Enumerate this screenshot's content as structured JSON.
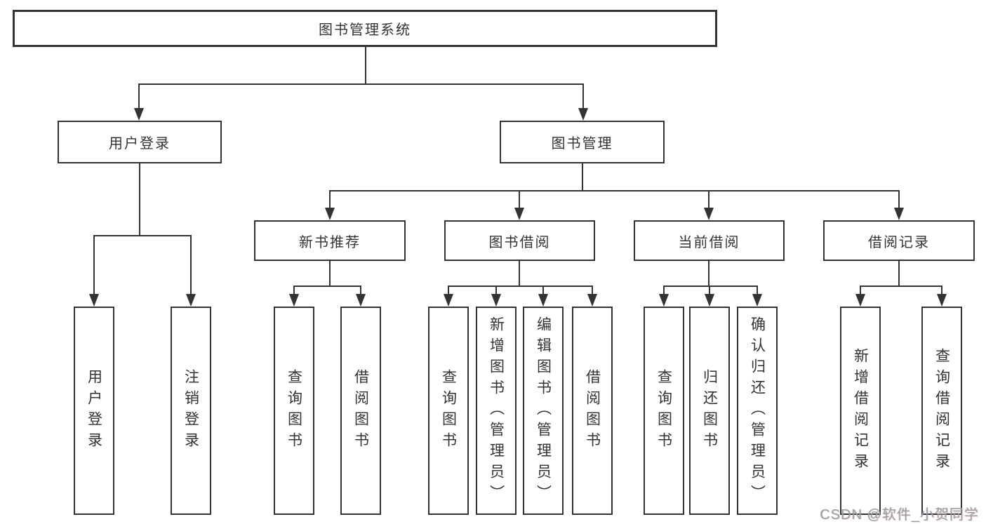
{
  "tree": {
    "root": {
      "label": "图书管理系统"
    },
    "user_login": {
      "label": "用户登录",
      "children": [
        "用户登录",
        "注销登录"
      ]
    },
    "book_mgmt": {
      "label": "图书管理"
    },
    "recommend": {
      "label": "新书推荐",
      "children": [
        "查询图书",
        "借阅图书"
      ]
    },
    "borrow": {
      "label": "图书借阅",
      "children": [
        "查询图书",
        "新增图书（管理员）",
        "编辑图书（管理员）",
        "借阅图书"
      ]
    },
    "current": {
      "label": "当前借阅",
      "children": [
        "查询图书",
        "归还图书",
        "确认归还（管理员）"
      ]
    },
    "records": {
      "label": "借阅记录",
      "children": [
        "新增借阅记录",
        "查询借阅记录"
      ]
    }
  },
  "watermark": "CSDN @软件_小贺同学",
  "colors": {
    "line": "#333333",
    "text": "#333333",
    "background": "#ffffff",
    "watermark": "#9c9c9c"
  }
}
